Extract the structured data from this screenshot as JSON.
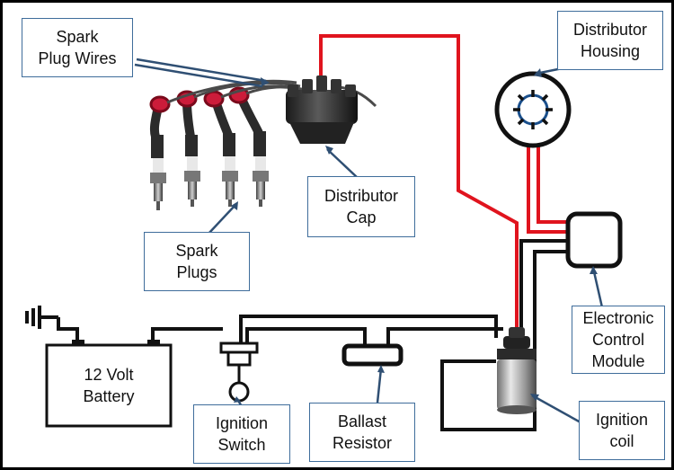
{
  "diagram": {
    "title": "",
    "labels": {
      "spark_plug_wires": [
        "Spark",
        "Plug Wires"
      ],
      "distributor_housing": [
        "Distributor",
        "Housing"
      ],
      "distributor_cap": [
        "Distributor",
        "Cap"
      ],
      "spark_plugs": [
        "Spark",
        "Plugs"
      ],
      "battery": [
        "12 Volt",
        "Battery"
      ],
      "ignition_switch": [
        "Ignition",
        "Switch"
      ],
      "ballast_resistor": [
        "Ballast",
        "Resistor"
      ],
      "electronic_control_module": [
        "Electronic",
        "Control",
        "Module"
      ],
      "ignition_coil": [
        "Ignition",
        "coil"
      ]
    },
    "colors": {
      "wire": "#111111",
      "high_voltage_wire": "#e0141e",
      "callout_border": "#3f6d9b",
      "callout_arrow": "#2f4f73"
    }
  }
}
